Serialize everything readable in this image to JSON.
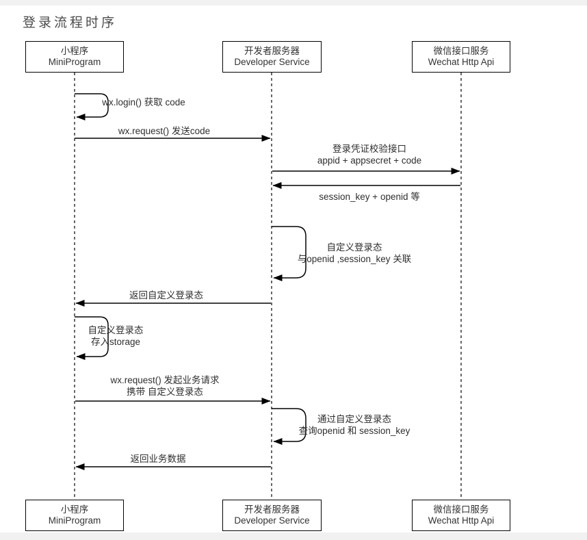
{
  "title": "登录流程时序",
  "colors": {
    "line": "#000000",
    "text": "#333333",
    "background": "#ffffff",
    "page_edge": "#f1f1f1"
  },
  "actors": [
    {
      "id": "miniprogram",
      "cn": "小程序",
      "en": "MiniProgram"
    },
    {
      "id": "developer",
      "cn": "开发者服务器",
      "en": "Developer Service"
    },
    {
      "id": "wechat",
      "cn": "微信接口服务",
      "en": "Wechat Http Api"
    }
  ],
  "messages": [
    {
      "type": "self",
      "from": "miniprogram",
      "to": "miniprogram",
      "lines": [
        "wx.login() 获取 code"
      ]
    },
    {
      "type": "arrow",
      "from": "miniprogram",
      "to": "developer",
      "lines": [
        "wx.request() 发送code"
      ]
    },
    {
      "type": "arrow",
      "from": "developer",
      "to": "wechat",
      "lines": [
        "登录凭证校验接口",
        "appid + appsecret + code"
      ]
    },
    {
      "type": "arrow",
      "from": "wechat",
      "to": "developer",
      "label_position": "below",
      "lines": [
        "session_key + openid 等"
      ]
    },
    {
      "type": "self",
      "from": "developer",
      "to": "developer",
      "lines": [
        "自定义登录态",
        "与openid ,session_key 关联"
      ]
    },
    {
      "type": "arrow",
      "from": "developer",
      "to": "miniprogram",
      "lines": [
        "返回自定义登录态"
      ]
    },
    {
      "type": "self",
      "from": "miniprogram",
      "to": "miniprogram",
      "lines": [
        "自定义登录态",
        "存入storage"
      ]
    },
    {
      "type": "arrow",
      "from": "miniprogram",
      "to": "developer",
      "lines": [
        "wx.request() 发起业务请求",
        "携带 自定义登录态"
      ]
    },
    {
      "type": "self",
      "from": "developer",
      "to": "developer",
      "lines": [
        "通过自定义登录态",
        "查询openid 和 session_key"
      ]
    },
    {
      "type": "arrow",
      "from": "developer",
      "to": "miniprogram",
      "lines": [
        "返回业务数据"
      ]
    }
  ]
}
